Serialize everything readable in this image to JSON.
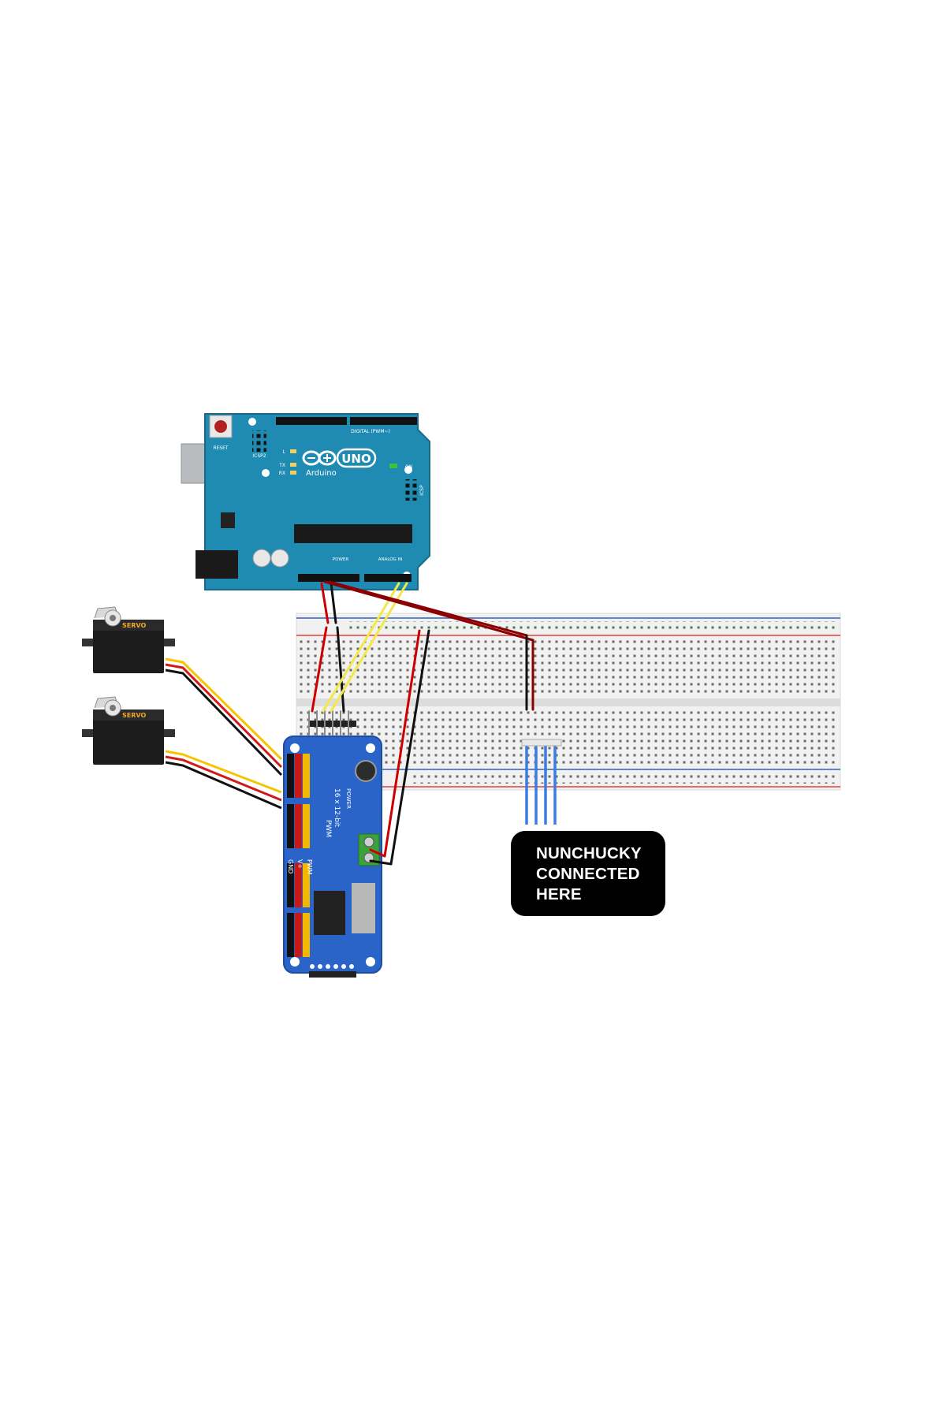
{
  "arduino": {
    "logo_text": "Arduino",
    "model_text": "UNO",
    "reset_label": "RESET",
    "icsp2_label": "ICSP2",
    "icsp_label": "ICSP",
    "digital_label": "DIGITAL (PWM~)",
    "power_label": "POWER",
    "analog_label": "ANALOG IN",
    "on_label": "ON",
    "led_labels": [
      "L",
      "TX",
      "RX"
    ]
  },
  "servos": [
    {
      "label": "SERVO"
    },
    {
      "label": "SERVO"
    }
  ],
  "driver": {
    "title": "16 x 12-bit",
    "subtitle": "PWM",
    "power_label": "POWER",
    "pin_labels": [
      "GND",
      "V+",
      "PWM"
    ]
  },
  "note": {
    "lines": [
      "NUNCHUCKY",
      "CONNECTED",
      "HERE"
    ]
  },
  "colors": {
    "arduino_board": "#1f8bb3",
    "driver_board": "#2a64c8",
    "wire_red": "#cc0000",
    "wire_dark_red": "#8b0000",
    "wire_black": "#000000",
    "wire_yellow": "#f3e84a",
    "wire_servo_yellow": "#f6c400",
    "wire_blue": "#3d7de0",
    "breadboard": "#f1f1f1",
    "rail_red": "#e04040",
    "rail_blue": "#3060c0",
    "note_background": "#000000",
    "note_text": "#ffffff"
  }
}
